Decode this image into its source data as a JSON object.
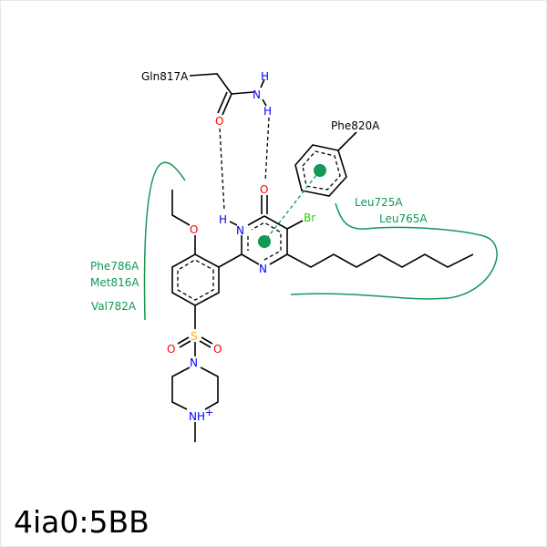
{
  "title": "4ia0:5BB",
  "colors": {
    "hydrophobic": "#119955",
    "nitrogen": "#0000ff",
    "oxygen": "#ff0000",
    "sulfur": "#ffaa00",
    "bromine": "#22dd00"
  },
  "residues": {
    "gln817": "Gln817A",
    "phe820": "Phe820A",
    "leu725": "Leu725A",
    "leu765": "Leu765A",
    "phe786": "Phe786A",
    "met816": "Met816A",
    "val782": "Val782A"
  },
  "atoms": {
    "N": "N",
    "H": "H",
    "O": "O",
    "S": "S",
    "Br": "Br",
    "NHplus": "NH",
    "plus": "+"
  }
}
